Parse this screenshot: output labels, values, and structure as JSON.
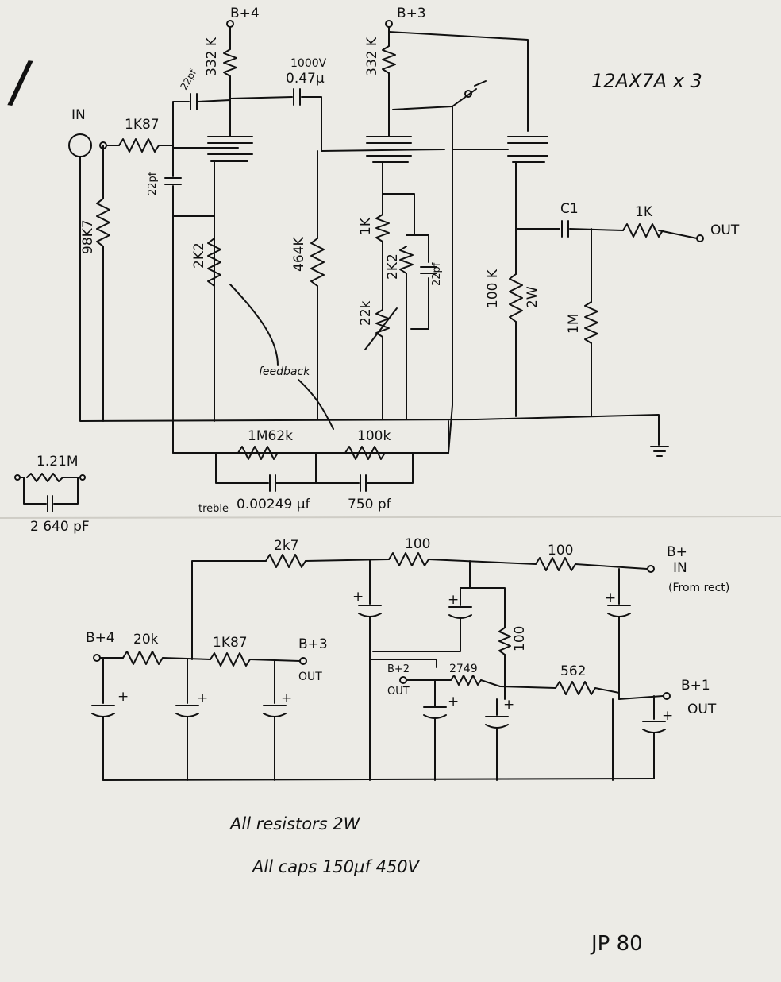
{
  "title": "12AX7A x 3",
  "signature": "JP 80",
  "mark": "/",
  "preamp": {
    "input": "IN",
    "output": "OUT",
    "rails": {
      "b4": "B+4",
      "b3": "B+3"
    },
    "components": {
      "r_in": "1K87",
      "r_grid": "98K7",
      "r_plate1": "332 K",
      "r_plate2": "332 K",
      "c_22pf_top": "22pf",
      "c_22pf_grid": "22pf",
      "c_coupling_v": "1000V",
      "c_coupling_v2": "0.47µ",
      "r_cathode1": "2K2",
      "r_grid2": "464K",
      "r_1k": "1K",
      "r_22k": "22k",
      "r_2k2b": "2K2",
      "c_22pf_b": "22pf",
      "c1": "C1",
      "r_out": "1K",
      "r_100k": "100 K",
      "r_100k_w": "2W",
      "r_1m": "1M",
      "feedback": "feedback",
      "r_fb1": "1M62k",
      "r_fb2": "100k",
      "c_fb1": "0.00249 µf",
      "c_fb2": "750 pf",
      "treble": "treble"
    },
    "side_network": {
      "r": "1.21M",
      "c": "2 640 pF"
    }
  },
  "psu": {
    "labels": {
      "b_in": "B+",
      "b_in2": "IN",
      "b_in_note": "(From rect)",
      "b4": "B+4",
      "b3": "B+3",
      "b3_out": "OUT",
      "b2": "B+2",
      "b2_out": "OUT",
      "b1": "B+1",
      "b1_out": "OUT"
    },
    "resistors": {
      "r_2k7": "2k7",
      "r_100a": "100",
      "r_100b": "100",
      "r_20k": "20k",
      "r_1k87": "1K87",
      "r_100c": "100",
      "r_2749": "2749",
      "r_562": "562"
    },
    "plus": "+"
  },
  "notes": {
    "resistors": "All resistors 2W",
    "caps": "All caps 150µf 450V"
  }
}
